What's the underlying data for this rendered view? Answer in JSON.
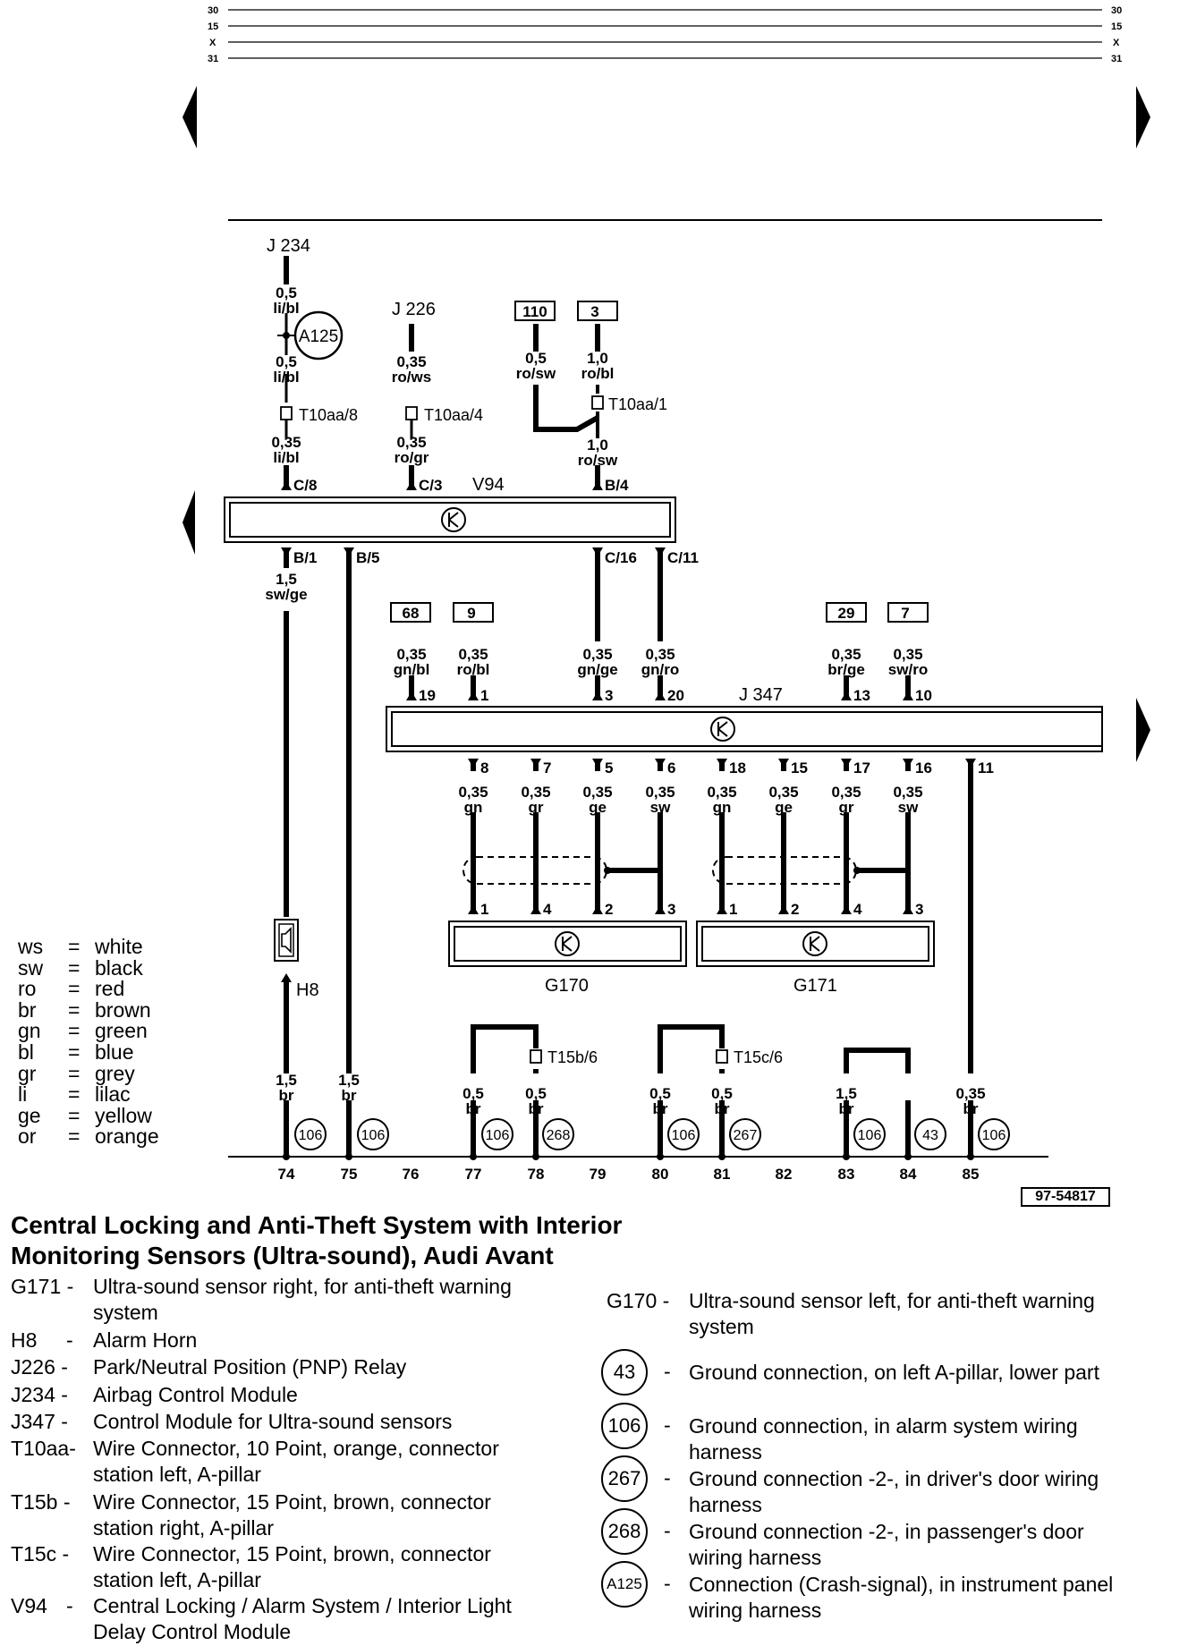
{
  "rails": [
    "30",
    "15",
    "X",
    "31"
  ],
  "nodes": {
    "j234": "J 234",
    "j226": "J 226",
    "v94": "V94",
    "j347": "J 347",
    "h8": "H8",
    "g170": "G170",
    "g171": "G171"
  },
  "refboxes": {
    "r110": "110",
    "r3": "3",
    "r68": "68",
    "r9": "9",
    "r29": "29",
    "r7": "7"
  },
  "wires": {
    "w1a_size": "0,5",
    "w1a_col": "li/bl",
    "w1b_size": "0,5",
    "w1b_col": "li/bl",
    "w1c_size": "0,35",
    "w1c_col": "li/bl",
    "w2a_size": "0,35",
    "w2a_col": "ro/ws",
    "w2b_size": "0,35",
    "w2b_col": "ro/gr",
    "w3_size": "0,5",
    "w3_col": "ro/sw",
    "w4_size": "1,0",
    "w4_col": "ro/bl",
    "w5_size": "1,0",
    "w5_col": "ro/sw",
    "w6_size": "1,5",
    "w6_col": "sw/ge",
    "j_in_1_size": "0,35",
    "j_in_1_col": "gn/bl",
    "j_in_2_size": "0,35",
    "j_in_2_col": "ro/bl",
    "j_in_3_size": "0,35",
    "j_in_3_col": "gn/ge",
    "j_in_4_size": "0,35",
    "j_in_4_col": "gn/ro",
    "j_in_5_size": "0,35",
    "j_in_5_col": "br/ge",
    "j_in_6_size": "0,35",
    "j_in_6_col": "sw/ro",
    "s1_size": "0,35",
    "s1_col": "gn",
    "s2_size": "0,35",
    "s2_col": "gr",
    "s3_size": "0,35",
    "s3_col": "ge",
    "s4_size": "0,35",
    "s4_col": "sw",
    "s5_size": "0,35",
    "s5_col": "gn",
    "s6_size": "0,35",
    "s6_col": "ge",
    "s7_size": "0,35",
    "s7_col": "gr",
    "s8_size": "0,35",
    "s8_col": "sw",
    "g74_size": "1,5",
    "g74_col": "br",
    "g75_size": "1,5",
    "g75_col": "br",
    "g77_size": "0,5",
    "g77_col": "br",
    "g78_size": "0,5",
    "g78_col": "br",
    "g80_size": "0,5",
    "g80_col": "br",
    "g81_size": "0,5",
    "g81_col": "br",
    "g83_size": "1,5",
    "g83_col": "br",
    "g85_size": "0,35",
    "g85_col": "br"
  },
  "connectors": {
    "t8": "T10aa/8",
    "t4": "T10aa/4",
    "t1": "T10aa/1",
    "t15b": "T15b/6",
    "t15c": "T15c/6"
  },
  "pins": {
    "c8": "C/8",
    "c3": "C/3",
    "b4": "B/4",
    "b1": "B/1",
    "b5": "B/5",
    "c16": "C/16",
    "c11": "C/11",
    "p19": "19",
    "p1": "1",
    "p3": "3",
    "p20": "20",
    "p13": "13",
    "p10": "10",
    "p8": "8",
    "p7": "7",
    "p5": "5",
    "p6": "6",
    "p18": "18",
    "p15": "15",
    "p17": "17",
    "p16": "16",
    "p11": "11",
    "ga1": "1",
    "ga4": "4",
    "ga2": "2",
    "ga3": "3",
    "gb1": "1",
    "gb2": "2",
    "gb4": "4",
    "gb3": "3"
  },
  "grounds": {
    "a125": "A125",
    "g1": "106",
    "g2": "106",
    "g3": "106",
    "g4": "268",
    "g5": "106",
    "g6": "267",
    "g7": "106",
    "g8": "43",
    "g9": "106"
  },
  "tracks": [
    "74",
    "75",
    "76",
    "77",
    "78",
    "79",
    "80",
    "81",
    "82",
    "83",
    "84",
    "85"
  ],
  "doc_number": "97-54817",
  "color_legend": [
    {
      "abbr": "ws",
      "name": "white"
    },
    {
      "abbr": "sw",
      "name": "black"
    },
    {
      "abbr": "ro",
      "name": "red"
    },
    {
      "abbr": "br",
      "name": "brown"
    },
    {
      "abbr": "gn",
      "name": "green"
    },
    {
      "abbr": "bl",
      "name": "blue"
    },
    {
      "abbr": "gr",
      "name": "grey"
    },
    {
      "abbr": "li",
      "name": "lilac"
    },
    {
      "abbr": "ge",
      "name": "yellow"
    },
    {
      "abbr": "or",
      "name": "orange"
    }
  ],
  "title": {
    "line1": "Central Locking and Anti-Theft System with Interior",
    "line2": "Monitoring Sensors (Ultra-sound), Audi Avant"
  },
  "left_descriptions": [
    {
      "code": "G171 -",
      "text": "Ultra-sound sensor right, for anti-theft warning system"
    },
    {
      "code": "H8",
      "dash": "-",
      "text": "Alarm Horn"
    },
    {
      "code": "J226 -",
      "text": "Park/Neutral Position (PNP) Relay"
    },
    {
      "code": "J234 -",
      "text": "Airbag Control Module"
    },
    {
      "code": "J347 -",
      "text": "Control Module for Ultra-sound sensors"
    },
    {
      "code": "T10aa-",
      "text": "Wire Connector, 10 Point, orange, connector station left, A-pillar"
    },
    {
      "code": "T15b -",
      "text": "Wire Connector, 15 Point, brown, connector station right, A-pillar"
    },
    {
      "code": "T15c -",
      "text": "Wire Connector, 15 Point, brown, connector station left, A-pillar"
    },
    {
      "code": "V94",
      "dash": "-",
      "text": "Central Locking / Alarm System / Interior Light Delay Control Module"
    }
  ],
  "right_descriptions": {
    "g170": {
      "code": "G170 -",
      "text": "Ultra-sound sensor left, for anti-theft warning system"
    },
    "c43": {
      "code": "43",
      "dash": "-",
      "text": "Ground connection, on left A-pillar, lower part"
    },
    "c106": {
      "code": "106",
      "dash": "-",
      "text": "Ground connection, in alarm system  wiring harness"
    },
    "c267": {
      "code": "267",
      "dash": "-",
      "text": "Ground connection -2-, in driver's door wiring harness"
    },
    "c268": {
      "code": "268",
      "dash": "-",
      "text": "Ground connection -2-, in passenger's door wiring harness"
    },
    "ca125": {
      "code": "A125",
      "dash": "-",
      "text": "Connection (Crash-signal), in instrument panel wiring harness"
    }
  }
}
